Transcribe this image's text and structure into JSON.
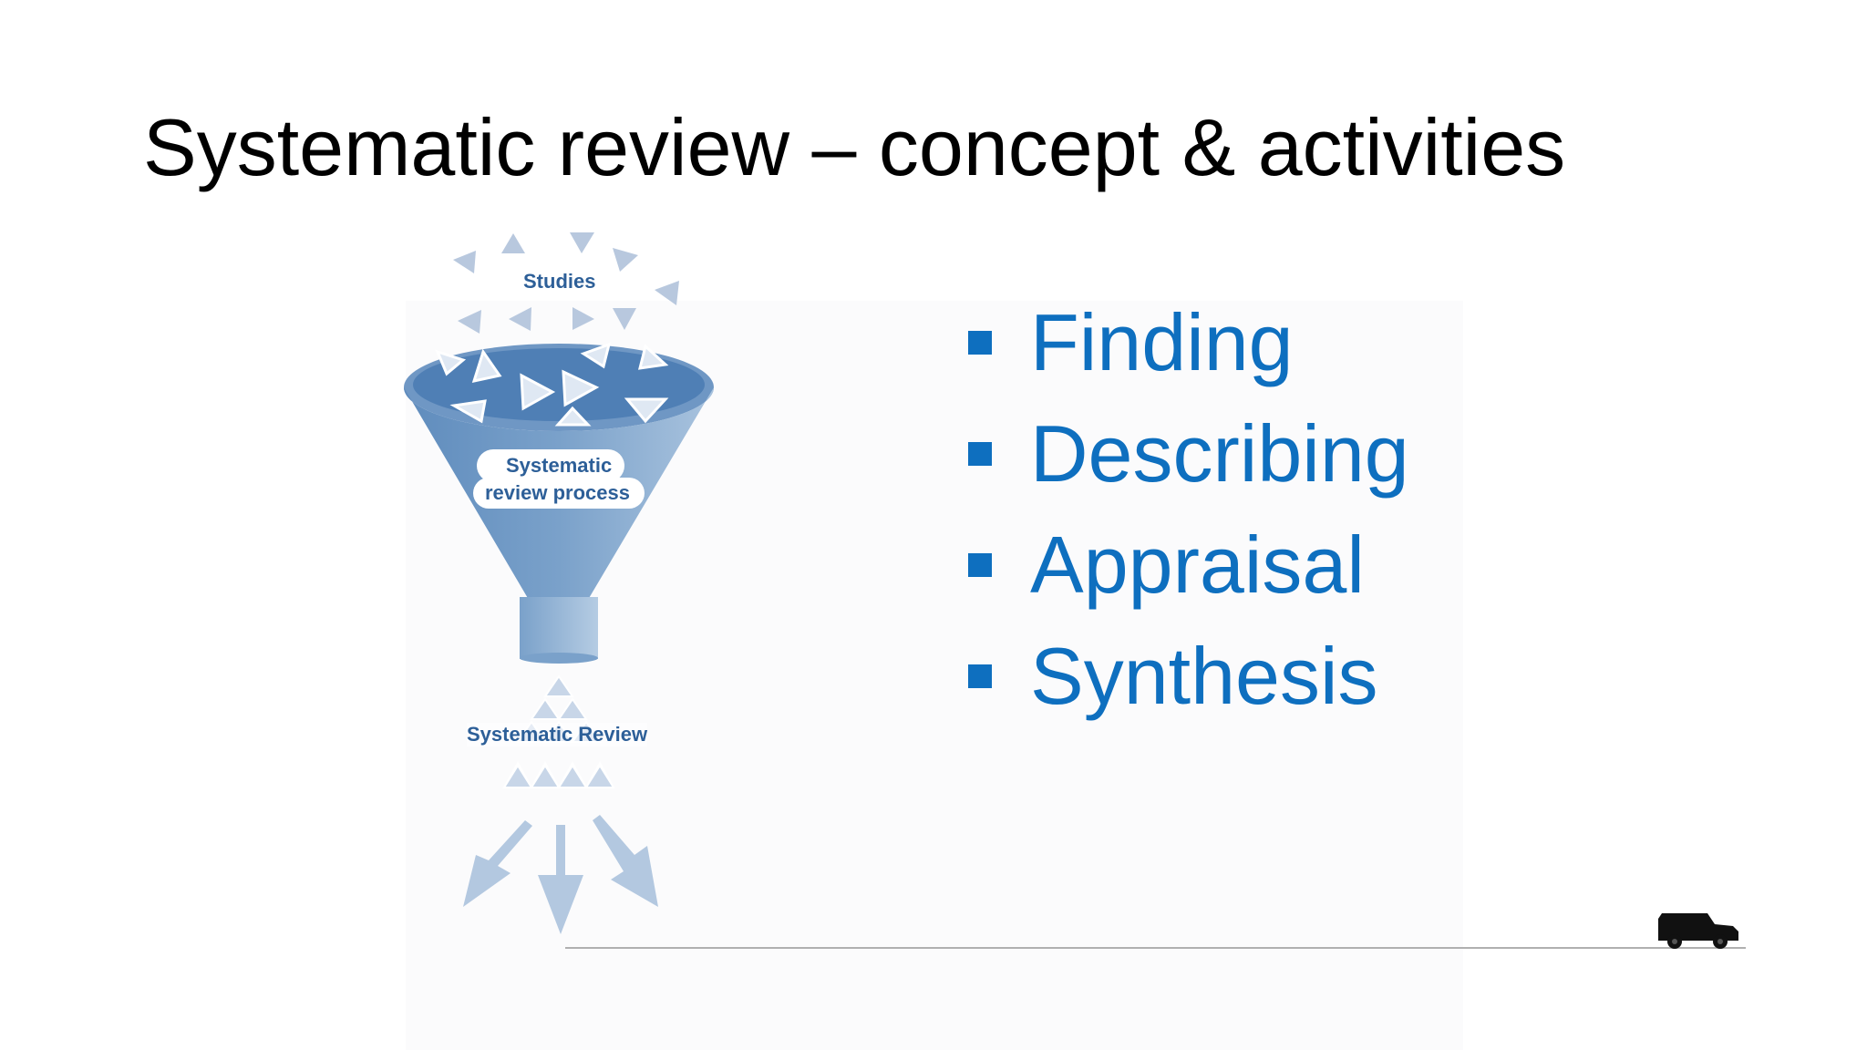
{
  "slide": {
    "title": "Systematic review – concept & activities",
    "bullets": [
      {
        "label": "Finding"
      },
      {
        "label": "Describing"
      },
      {
        "label": "Appraisal"
      },
      {
        "label": "Synthesis"
      }
    ],
    "accent_color": "#0e6fbf",
    "funnel": {
      "top_label": "Studies",
      "process_label_line1": "Systematic",
      "process_label_line2": "review process",
      "output_label": "Systematic Review",
      "funnel_color": "#6b95c2",
      "triangle_color": "#9fb4d3"
    },
    "corner_icon": "car-icon"
  }
}
